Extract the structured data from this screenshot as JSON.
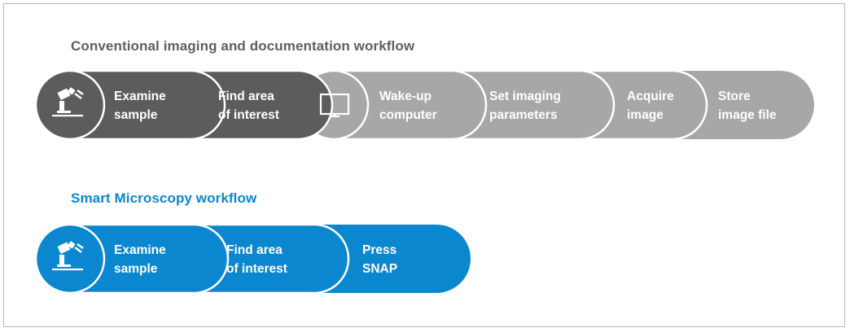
{
  "conventional": {
    "title": "Conventional imaging and documentation workflow",
    "steps": [
      {
        "line1": "Examine",
        "line2": "sample"
      },
      {
        "line1": "Find area",
        "line2": "of interest"
      },
      {
        "line1": "Wake-up",
        "line2": "computer"
      },
      {
        "line1": "Set imaging",
        "line2": "parameters"
      },
      {
        "line1": "Acquire",
        "line2": "image"
      },
      {
        "line1": "Store",
        "line2": "image file"
      }
    ],
    "icons": [
      "microscope-icon",
      "monitor-icon"
    ]
  },
  "smart": {
    "title": "Smart Microscopy workflow",
    "steps": [
      {
        "line1": "Examine",
        "line2": "sample"
      },
      {
        "line1": "Find area",
        "line2": "of interest"
      },
      {
        "line1": "Press",
        "line2": "SNAP"
      }
    ],
    "icons": [
      "microscope-icon"
    ]
  },
  "colors": {
    "dark_gray": "#5c5c5c",
    "light_gray": "#a7a7a7",
    "blue": "#0a87cf",
    "blue_deep": "#0777bc",
    "divider": "#ffffff",
    "frame_border": "#b9b9b9",
    "title_gray": "#5f5f5f"
  }
}
